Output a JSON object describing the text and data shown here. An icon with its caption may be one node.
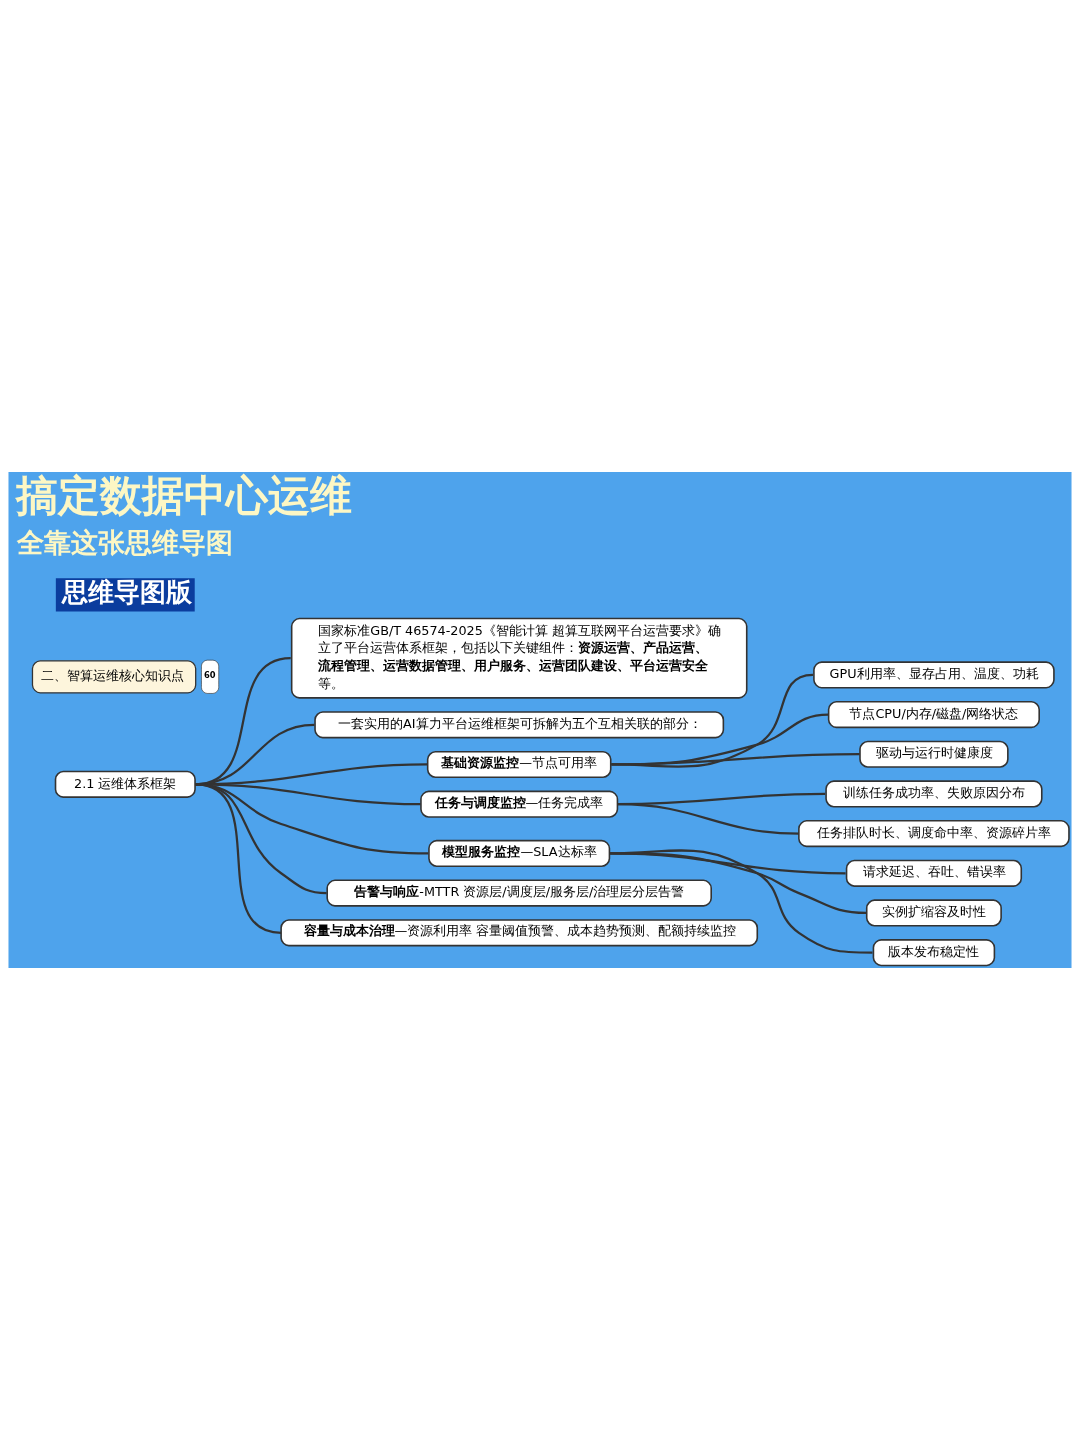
{
  "diagram": {
    "title": "搞定数据中心运维",
    "nodes": [
      {
        "text": [
          "二、智算运维核心知识点"
        ],
        "beside": [
          "60"
        ]
      },
      {
        "text": [
          "2.1 运维体系框架"
        ]
      },
      {
        "text": [
          "国家标准GB/T 46574-2025《智能计算 超算互联网平台运营要求》确立了平台运营体系框架，包括以下关键组件：**资源运营、产品运营、流程管理、运营数据管理、用户服务、运营团队建设、平台运营安全**等。"
        ]
      },
      {
        "text": [
          "一套实用的AI算力平台运维框架可拆解为五个互相关联的部分："
        ]
      },
      {
        "text": [
          "**基础资源监控**—节点可用率"
        ]
      },
      {
        "text": [
          "GPU利用率、显存占用、温度、功耗"
        ]
      },
      {
        "text": [
          "节点CPU/内存/磁盘/网络状态"
        ]
      },
      {
        "text": [
          "驱动与运行时健康度"
        ]
      },
      {
        "text": [
          "**任务与调度监控**—任务完成率"
        ]
      },
      {
        "text": [
          "训练任务成功率、失败原因分布"
        ]
      },
      {
        "text": [
          "任务排队时长、调度命中率、资源碎片率"
        ]
      },
      {
        "text": [
          "**模型服务监控**—SLA达标率"
        ]
      },
      {
        "text": [
          "请求延迟、吞吐、错误率"
        ]
      },
      {
        "text": [
          "实例扩缩容及时性"
        ]
      },
      {
        "text": [
          "版本发布稳定性"
        ]
      },
      {
        "text": [
          "**告警与响应**-MTTR 资源层/调度层/服务层/治理层分层告警"
        ]
      },
      {
        "text": [
          "**容量与成本治理**—资源利用率 容量阈值预警、成本趋势预测、配额持续监控"
        ]
      }
    ],
    "edges": [
      {
        "from": 1,
        "to": 2,
        "arrow": "none"
      },
      {
        "from": 1,
        "to": 3,
        "arrow": "none"
      },
      {
        "from": 1,
        "to": 4,
        "arrow": "none"
      },
      {
        "from": 4,
        "to": 5,
        "arrow": "none"
      },
      {
        "from": 4,
        "to": 6,
        "arrow": "none"
      },
      {
        "from": 4,
        "to": 7,
        "arrow": "none"
      },
      {
        "from": 1,
        "to": 8,
        "arrow": "none"
      },
      {
        "from": 8,
        "to": 9,
        "arrow": "none"
      },
      {
        "from": 8,
        "to": 10,
        "arrow": "none"
      },
      {
        "from": 1,
        "to": 11,
        "arrow": "none"
      },
      {
        "from": 11,
        "to": 12,
        "arrow": "none"
      },
      {
        "from": 11,
        "to": 13,
        "arrow": "none"
      },
      {
        "from": 11,
        "to": 14,
        "arrow": "none"
      },
      {
        "from": 1,
        "to": 15,
        "arrow": "none"
      },
      {
        "from": 1,
        "to": 16,
        "arrow": "none"
      }
    ],
    "labels": [
      "全靠这张思维导图",
      "思维导图版"
    ]
  }
}
